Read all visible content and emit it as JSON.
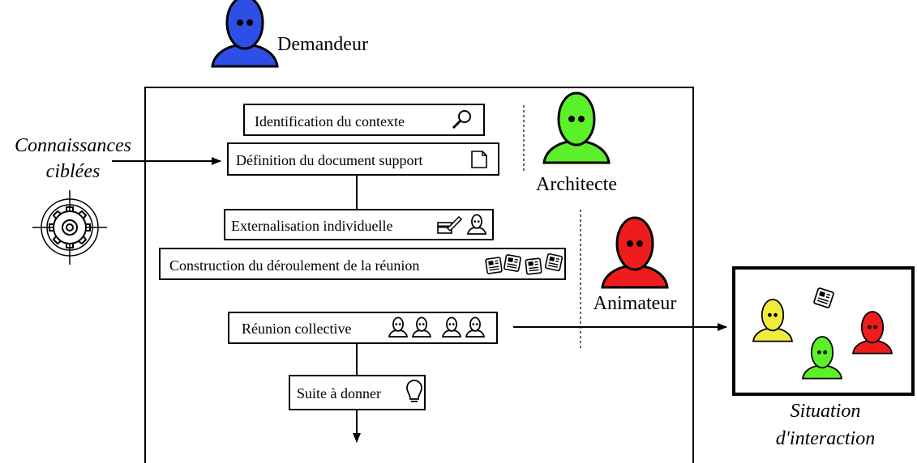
{
  "actors": {
    "requester": {
      "label": "Demandeur",
      "color": "#2e4fe6"
    },
    "architect": {
      "label": "Architecte",
      "color": "#5cf02a"
    },
    "facilitator": {
      "label": "Animateur",
      "color": "#ee1c1c"
    }
  },
  "input_label": {
    "line1": "Connaissances",
    "line2": "ciblées"
  },
  "steps": [
    {
      "label": "Identification du contexte",
      "icon": "magnifier-icon"
    },
    {
      "label": "Définition du document support",
      "icon": "document-icon"
    },
    {
      "label": "Externalisation individuelle",
      "icon": "writing-person-icon"
    },
    {
      "label": "Construction du déroulement de la réunion",
      "icon": "newspaper-icons"
    },
    {
      "label": "Réunion collective",
      "icon": "four-persons-icon"
    },
    {
      "label": "Suite à donner",
      "icon": "lightbulb-icon"
    }
  ],
  "output_label": {
    "line1": "Situation",
    "line2": "d'interaction"
  },
  "colors": {
    "yellow_person": "#f0ec3c",
    "green": "#5cf02a",
    "red": "#ee1c1c",
    "blue": "#2e4fe6"
  }
}
